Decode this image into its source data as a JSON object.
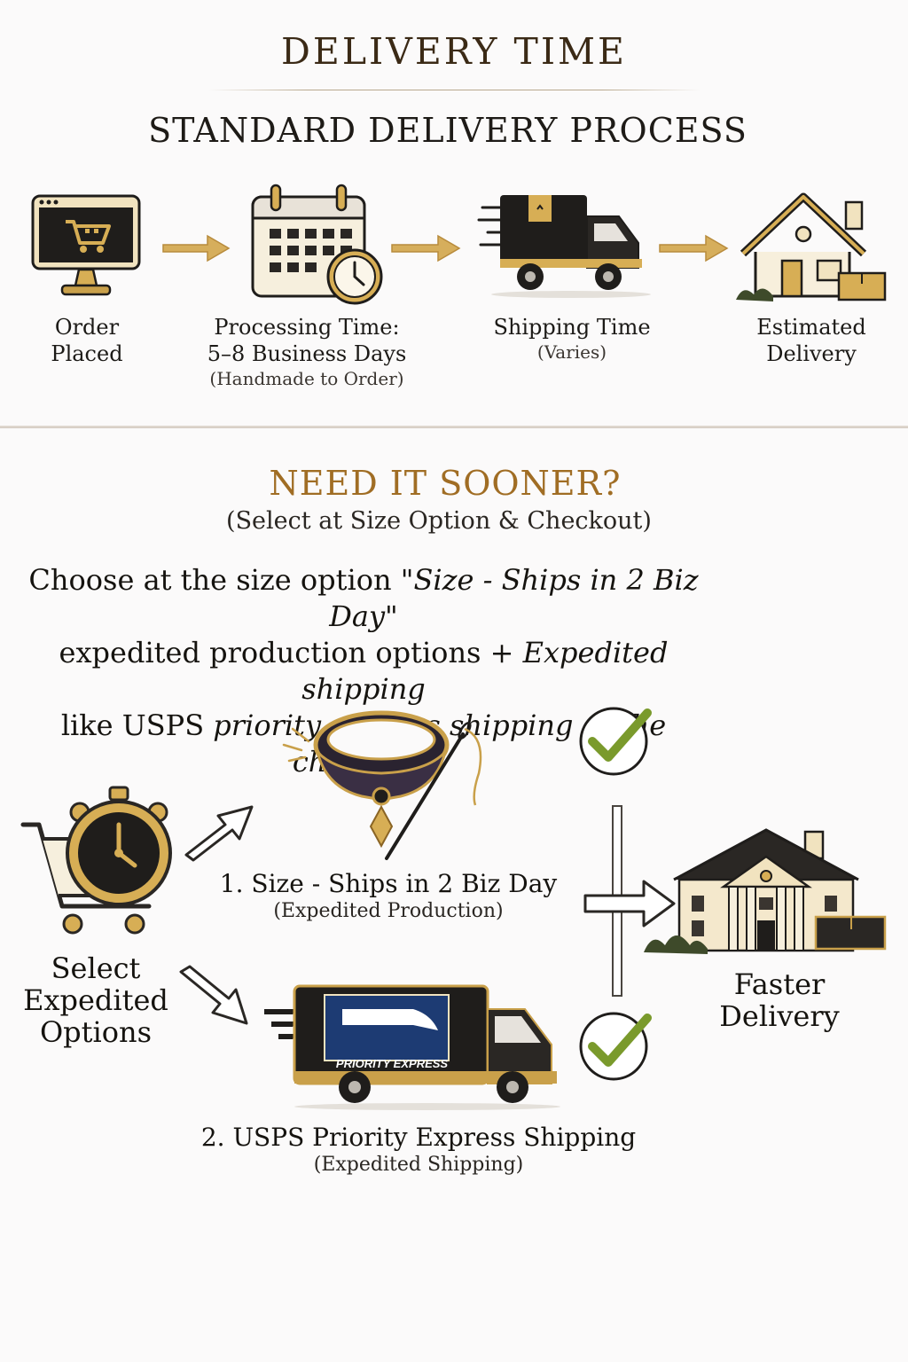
{
  "header": {
    "title": "DELIVERY TIME",
    "subtitle": "STANDARD DELIVERY PROCESS"
  },
  "standard_steps": [
    {
      "icon": "shopping-cart-monitor-icon",
      "line1": "Order",
      "line2": "Placed",
      "sub": ""
    },
    {
      "icon": "calendar-clock-icon",
      "line1": "Processing Time:",
      "line2": "5–8 Business Days",
      "sub": "(Handmade to Order)"
    },
    {
      "icon": "delivery-truck-icon",
      "line1": "Shipping Time",
      "line2": "",
      "sub": "(Varies)"
    },
    {
      "icon": "house-icon",
      "line1": "Estimated",
      "line2": "Delivery",
      "sub": ""
    }
  ],
  "expedited": {
    "heading": "NEED IT SOONER?",
    "subheading": "(Select at Size Option & Checkout)",
    "lead": {
      "l1_a": "Choose at the size option \"",
      "l1_it": "Size - Ships in 2 Biz Day",
      "l1_b": "\"",
      "l2_a": "expedited production options + ",
      "l2_it": "Expedited shipping",
      "l3_a": "like USPS ",
      "l3_it": "priority express shipping at the checkout!"
    },
    "start": {
      "icon": "cart-stopwatch-icon",
      "line1": "Select",
      "line2": "Expedited",
      "line3": "Options"
    },
    "option1": {
      "icon": "collar-needle-icon",
      "label": "1. Size - Ships in 2 Biz Day",
      "sub": "(Expedited Production)"
    },
    "option2": {
      "icon": "priority-truck-icon",
      "truck_text": "PRIORITY EXPRESS",
      "label": "2. USPS Priority Express Shipping",
      "sub": "(Expedited Shipping)"
    },
    "result": {
      "icon": "mansion-icon",
      "line1": "Faster",
      "line2": "Delivery"
    }
  },
  "colors": {
    "gold": "#c9a04a",
    "dark_gold": "#a06d24",
    "black": "#1f1d1b",
    "check_green": "#7a9a2c"
  }
}
